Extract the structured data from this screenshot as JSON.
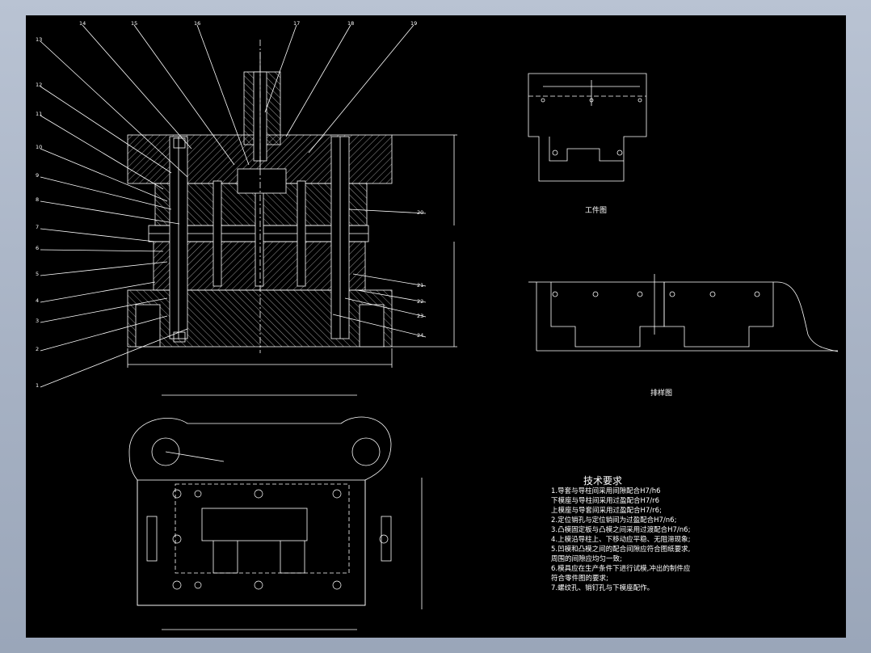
{
  "captions": {
    "workpiece": "工件图",
    "strip_layout": "排样图"
  },
  "technical_requirements": {
    "title": "技术要求",
    "items": [
      "1.导套与导柱间采用间隙配合H7/h6",
      "  下模座与导柱间采用过盈配合H7/r6",
      "  上模座与导套间采用过盈配合H7/r6;",
      "2.定位销孔与定位销间为过盈配合H7/n6;",
      "3.凸模固定板与凸模之间采用过渡配合H7/n6;",
      "4.上模沿导柱上、下移动应平稳、无阻滞现象;",
      "5.凹模和凸模之间的配合间隙应符合图纸要求,",
      "  周围的间隙应均匀一致;",
      "6.模具应在生产条件下进行试模,冲出的制件应",
      "  符合零件图的要求;",
      "7.螺纹孔、销钉孔与下模座配作。"
    ]
  },
  "part_numbers": {
    "top": [
      "14",
      "15",
      "16",
      "17",
      "18",
      "19"
    ],
    "left": [
      "13",
      "12",
      "11",
      "10",
      "9",
      "8",
      "7",
      "6",
      "5",
      "4",
      "3",
      "2",
      "1"
    ],
    "right": [
      "20",
      "21",
      "22",
      "23",
      "24"
    ]
  },
  "colors": {
    "sheet": "#000000",
    "line": "#ffffff",
    "frame": "#a9b4c6"
  }
}
